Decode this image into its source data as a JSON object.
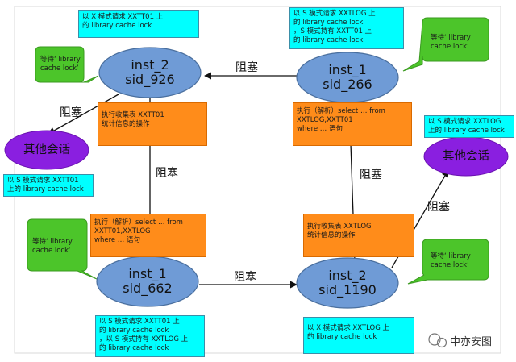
{
  "nodes": {
    "inst2_sid926": {
      "line1": "inst_2",
      "line2": "sid_926"
    },
    "inst1_sid266": {
      "line1": "inst_1",
      "line2": "sid_266"
    },
    "inst1_sid662": {
      "line1": "inst_1",
      "line2": "sid_662"
    },
    "inst2_sid1190": {
      "line1": "inst_2",
      "line2": "sid_1190"
    },
    "other_session_left": {
      "label": "其他会话"
    },
    "other_session_right": {
      "label": "其他会话"
    }
  },
  "notes": {
    "top_left": [
      "以 X 模式请求 XXTT01 上",
      "的 library cache lock"
    ],
    "top_right": [
      "以 S 模式请求 XXTLOG 上",
      "的 library cache lock",
      "，S 模式持有 XXTT01 上",
      "的 library cache lock"
    ],
    "left_small": [
      "以 S 模式请求 XXTT01",
      "上的 library cache lock"
    ],
    "right_small": [
      "以 S 模式请求 XXTLOG",
      "上的 library cache lock"
    ],
    "bottom_left": [
      "以 S 模式请求 XXTT01 上",
      "的 library cache lock",
      "，以 S 模式持有 XXTLOG 上",
      "的 library cache lock"
    ],
    "bottom_right": [
      "以 X 模式请求 XXTLOG 上",
      "的 library cache lock"
    ]
  },
  "actions": {
    "upper_left": [
      "执行收集表 XXTT01",
      "统计信息的操作"
    ],
    "upper_right": [
      "执行（解析）select … from",
      "XXTLOG,XXTT01",
      "where … 语句"
    ],
    "lower_left": [
      "执行（解析）select … from",
      "XXTT01,XXTLOG",
      "where … 语句"
    ],
    "lower_right": [
      "执行收集表 XXTLOG",
      "统计信息的操作"
    ]
  },
  "bubbles": {
    "top_left": [
      "等待‘ library",
      "cache lock’"
    ],
    "top_right": [
      "等待‘ library",
      "cache lock’"
    ],
    "bottom_left": [
      "等待‘ library",
      "cache lock’"
    ],
    "bottom_right": [
      "等待‘ library",
      "cache lock’"
    ]
  },
  "edge_labels": {
    "top_horizontal": "阻塞",
    "left_diagonal": "阻塞",
    "left_vertical": "阻塞",
    "right_vertical": "阻塞",
    "bottom_horizontal": "阻塞",
    "right_diagonal": "阻塞"
  },
  "watermark": {
    "text": "中亦安图"
  },
  "colors": {
    "node_fill": "#6f9bd6",
    "node_stroke": "#4a6f9e",
    "purple": "#8a1fe0",
    "green": "#4cc52a",
    "cyan": "#00ffff",
    "orange": "#ff8c1a"
  }
}
